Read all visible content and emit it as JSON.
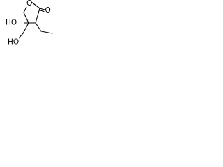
{
  "molecule": {
    "atoms": {
      "ring_oxygen": "O",
      "carbonyl_oxygen": "O",
      "hydroxyl": "HO",
      "hydroxymethyl": "HO"
    },
    "colors": {
      "bond": "#000000",
      "label": "#000000",
      "background": "#ffffff"
    }
  }
}
